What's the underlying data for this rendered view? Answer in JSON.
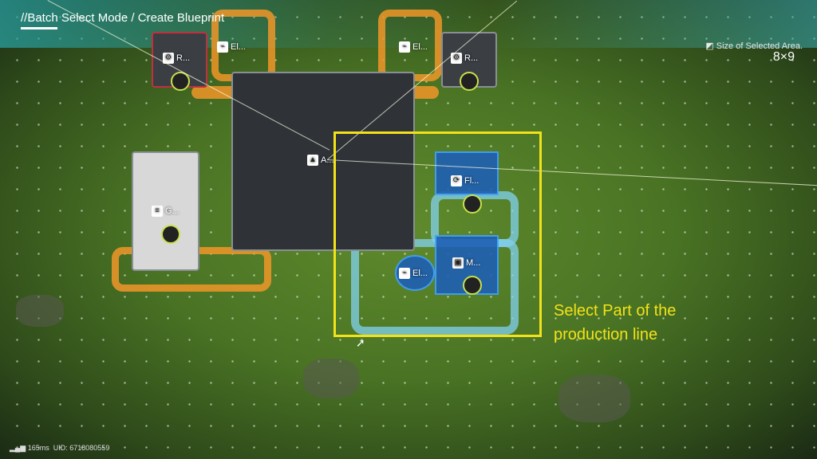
{
  "header": {
    "title": "//Batch Select Mode / Create Blueprint"
  },
  "selection": {
    "size_label": "Size of Selected Area.",
    "size_value": "8×9"
  },
  "annotation": {
    "line1": "Select Part of the",
    "line2": "production line"
  },
  "status": {
    "ping": "165ms",
    "uid": "UID: 6718080559"
  },
  "machines": [
    {
      "label": "R..."
    },
    {
      "label": "El..."
    },
    {
      "label": "El..."
    },
    {
      "label": "R..."
    },
    {
      "label": "A..."
    },
    {
      "label": "G..."
    },
    {
      "label": "Fl..."
    },
    {
      "label": "M..."
    },
    {
      "label": "El..."
    }
  ],
  "colors": {
    "selection": "#f2e21a",
    "belt_orange": "#f0962a",
    "belt_blue": "#82d2f0"
  }
}
